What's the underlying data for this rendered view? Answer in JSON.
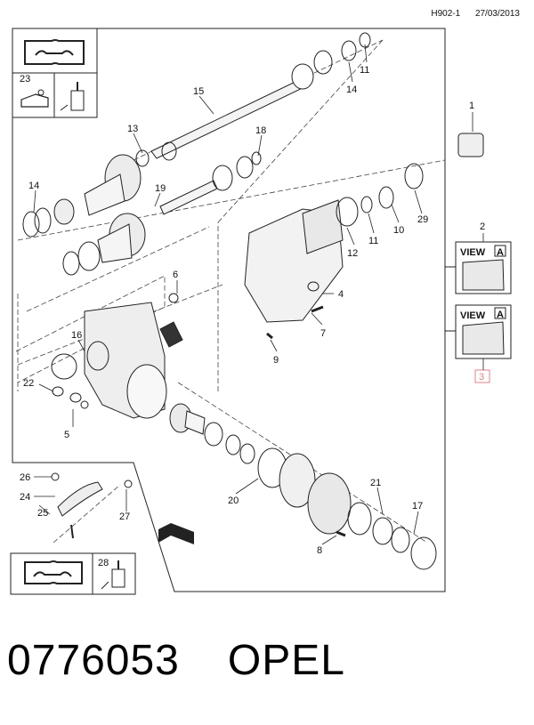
{
  "header": {
    "code": "H902-1",
    "date": "27/03/2013"
  },
  "callouts": {
    "c1": "1",
    "c2": "2",
    "c3": "3",
    "c4": "4",
    "c5": "5",
    "c6": "6",
    "c7": "7",
    "c8": "8",
    "c9": "9",
    "c10": "10",
    "c11a": "11",
    "c11b": "11",
    "c12": "12",
    "c13": "13",
    "c14a": "14",
    "c14b": "14",
    "c15": "15",
    "c16": "16",
    "c17": "17",
    "c18": "18",
    "c19": "19",
    "c20": "20",
    "c21": "21",
    "c22": "22",
    "c23": "23",
    "c24": "24",
    "c25": "25",
    "c26": "26",
    "c27": "27",
    "c28": "28",
    "c29": "29"
  },
  "view_insets": {
    "label": "VIEW",
    "marker": "A"
  },
  "footer": {
    "part_number": "0776053",
    "brand": "OPEL"
  },
  "colors": {
    "line": "#222222",
    "highlight": "#e0808a"
  }
}
